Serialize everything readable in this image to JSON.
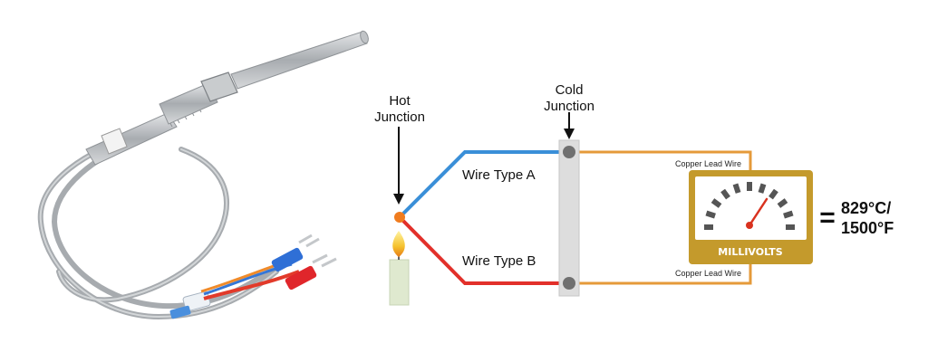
{
  "labels": {
    "hot_junction_line1": "Hot",
    "hot_junction_line2": "Junction",
    "cold_junction_line1": "Cold",
    "cold_junction_line2": "Junction",
    "wire_type_a": "Wire Type A",
    "wire_type_b": "Wire Type B",
    "copper_lead_top": "Copper Lead Wire",
    "copper_lead_bottom": "Copper Lead Wire",
    "meter": "MILLIVOLTS",
    "equals": "=",
    "reading_line1": "829°C/",
    "reading_line2": "1500°F"
  },
  "colors": {
    "wire_a": "#3a8fd8",
    "wire_b": "#e2302a",
    "copper": "#e59a3a",
    "meter_frame": "#c49a2c",
    "junction_block": "#dddddd",
    "hot_junction_dot": "#f07c1e",
    "needle": "#d9321f",
    "probe_metal": "#b9bcbf"
  },
  "icons": {
    "probe": "thermocouple-probe-icon",
    "candle": "candle-icon",
    "meter": "millivolt-meter-icon"
  }
}
